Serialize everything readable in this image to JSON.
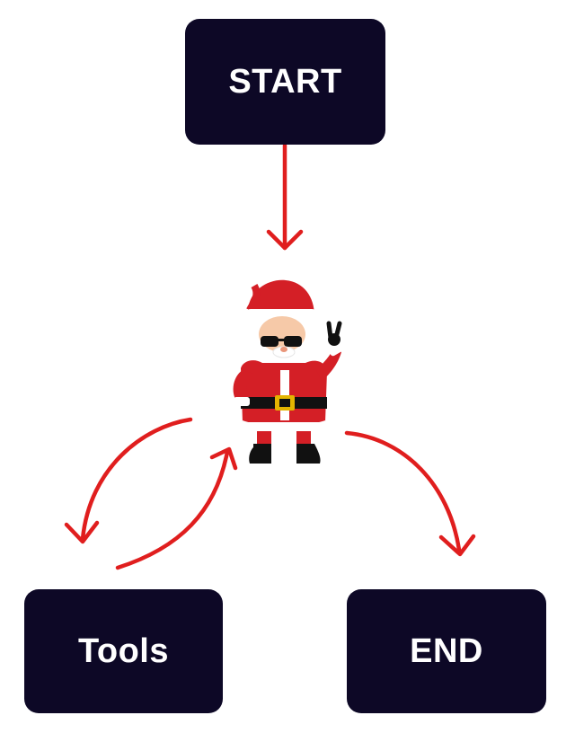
{
  "colors": {
    "node_fill": "#0d0826",
    "node_text": "#ffffff",
    "arrow": "#e01e1e",
    "agent_suit": "#d41f26",
    "agent_trim": "#ffffff"
  },
  "nodes": {
    "start": {
      "label": "START"
    },
    "tools": {
      "label": "Tools"
    },
    "end": {
      "label": "END"
    }
  },
  "agent": {
    "icon": "santa-agent-icon"
  },
  "edges": [
    {
      "from": "start",
      "to": "agent"
    },
    {
      "from": "agent",
      "to": "tools"
    },
    {
      "from": "tools",
      "to": "agent"
    },
    {
      "from": "agent",
      "to": "end"
    }
  ]
}
